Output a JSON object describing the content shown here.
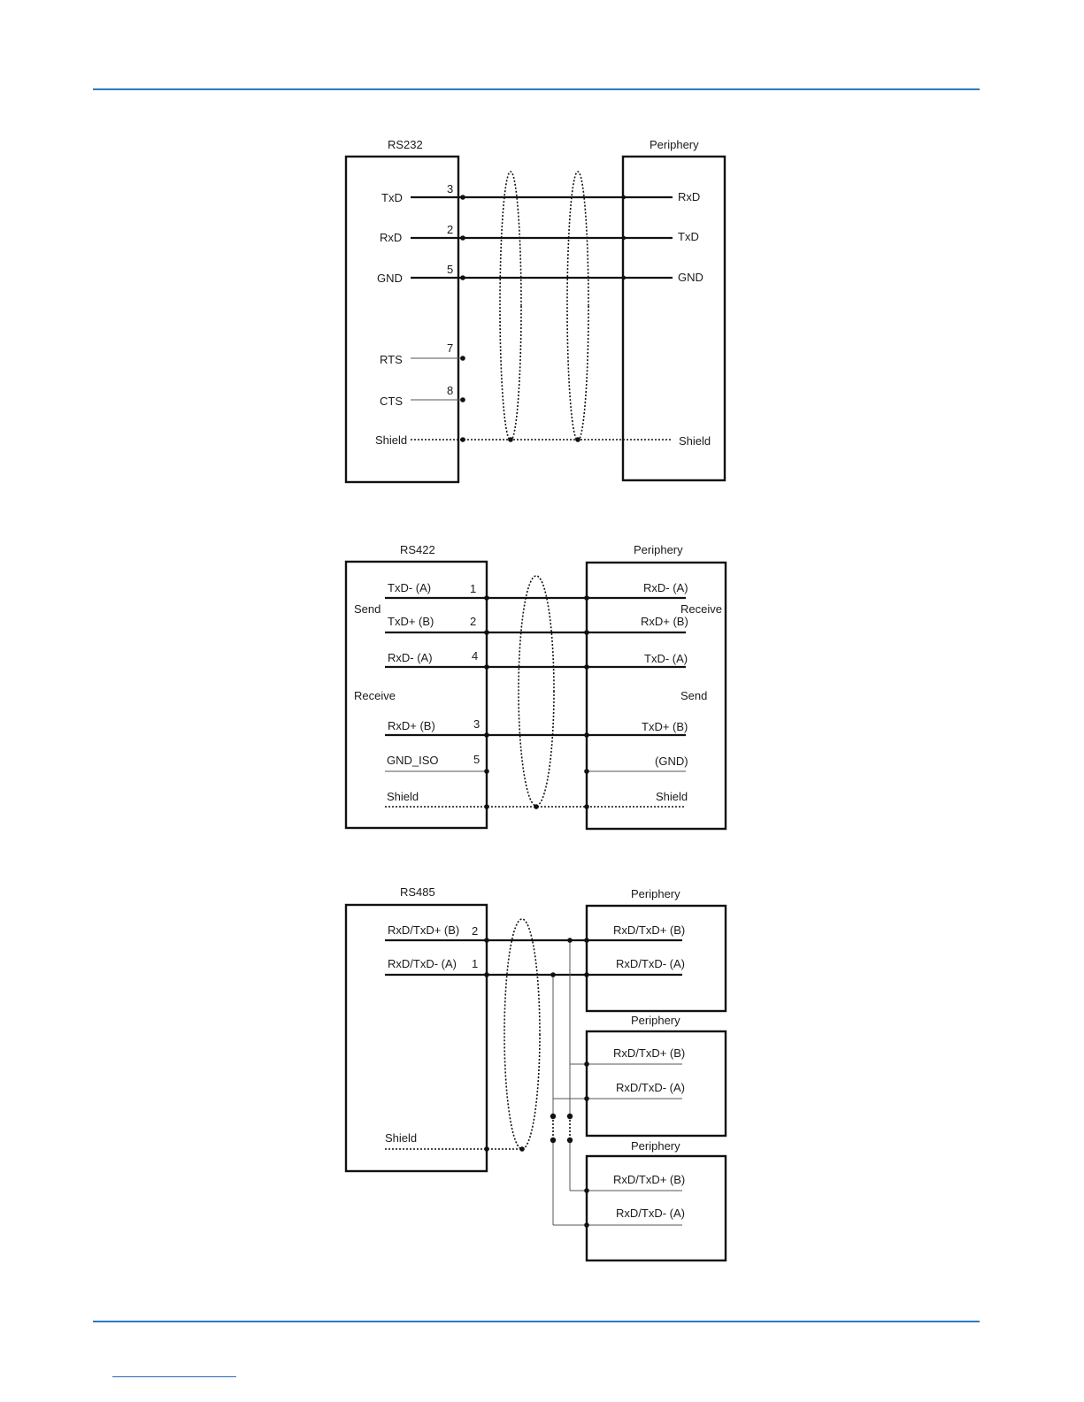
{
  "rs232": {
    "title": "RS232",
    "periphery": "Periphery",
    "left_signals": [
      "TxD",
      "RxD",
      "GND",
      "RTS",
      "CTS",
      "Shield"
    ],
    "pins": [
      "3",
      "2",
      "5",
      "7",
      "8"
    ],
    "right_signals": [
      "RxD",
      "TxD",
      "GND",
      "Shield"
    ]
  },
  "rs422": {
    "title": "RS422",
    "periphery": "Periphery",
    "left_groups": [
      "Send",
      "Receive"
    ],
    "right_groups": [
      "Receive",
      "Send"
    ],
    "left_signals": [
      "TxD- (A)",
      "TxD+ (B)",
      "RxD- (A)",
      "RxD+ (B)",
      "GND_ISO",
      "Shield"
    ],
    "pins": [
      "1",
      "2",
      "4",
      "3",
      "5"
    ],
    "right_signals": [
      "RxD- (A)",
      "RxD+ (B)",
      "TxD- (A)",
      "TxD+ (B)",
      "(GND)",
      "Shield"
    ]
  },
  "rs485": {
    "title": "RS485",
    "left_signals": [
      "RxD/TxD+ (B)",
      "RxD/TxD- (A)",
      "Shield"
    ],
    "pins": [
      "2",
      "1"
    ],
    "peripheries": [
      {
        "title": "Periphery",
        "signals": [
          "RxD/TxD+ (B)",
          "RxD/TxD- (A)"
        ]
      },
      {
        "title": "Periphery",
        "signals": [
          "RxD/TxD+ (B)",
          "RxD/TxD- (A)"
        ]
      },
      {
        "title": "Periphery",
        "signals": [
          "RxD/TxD+ (B)",
          "RxD/TxD- (A)"
        ]
      }
    ]
  }
}
